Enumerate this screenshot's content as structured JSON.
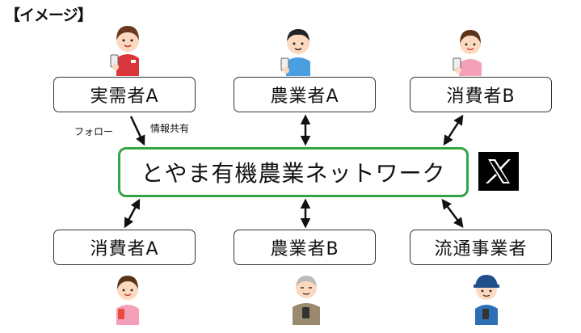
{
  "caption": "【イメージ】",
  "hub": {
    "label": "とやま有機農業ネットワーク",
    "logo": "x-logo"
  },
  "nodes": {
    "top_left": "実需者A",
    "top_center": "農業者A",
    "top_right": "消費者B",
    "bottom_left": "消費者A",
    "bottom_center": "農業者B",
    "bottom_right": "流通事業者"
  },
  "edge_labels": {
    "follow": "フォロー",
    "share": "情報共有"
  },
  "colors": {
    "hub_border": "#33a544",
    "node_border": "#333333"
  }
}
